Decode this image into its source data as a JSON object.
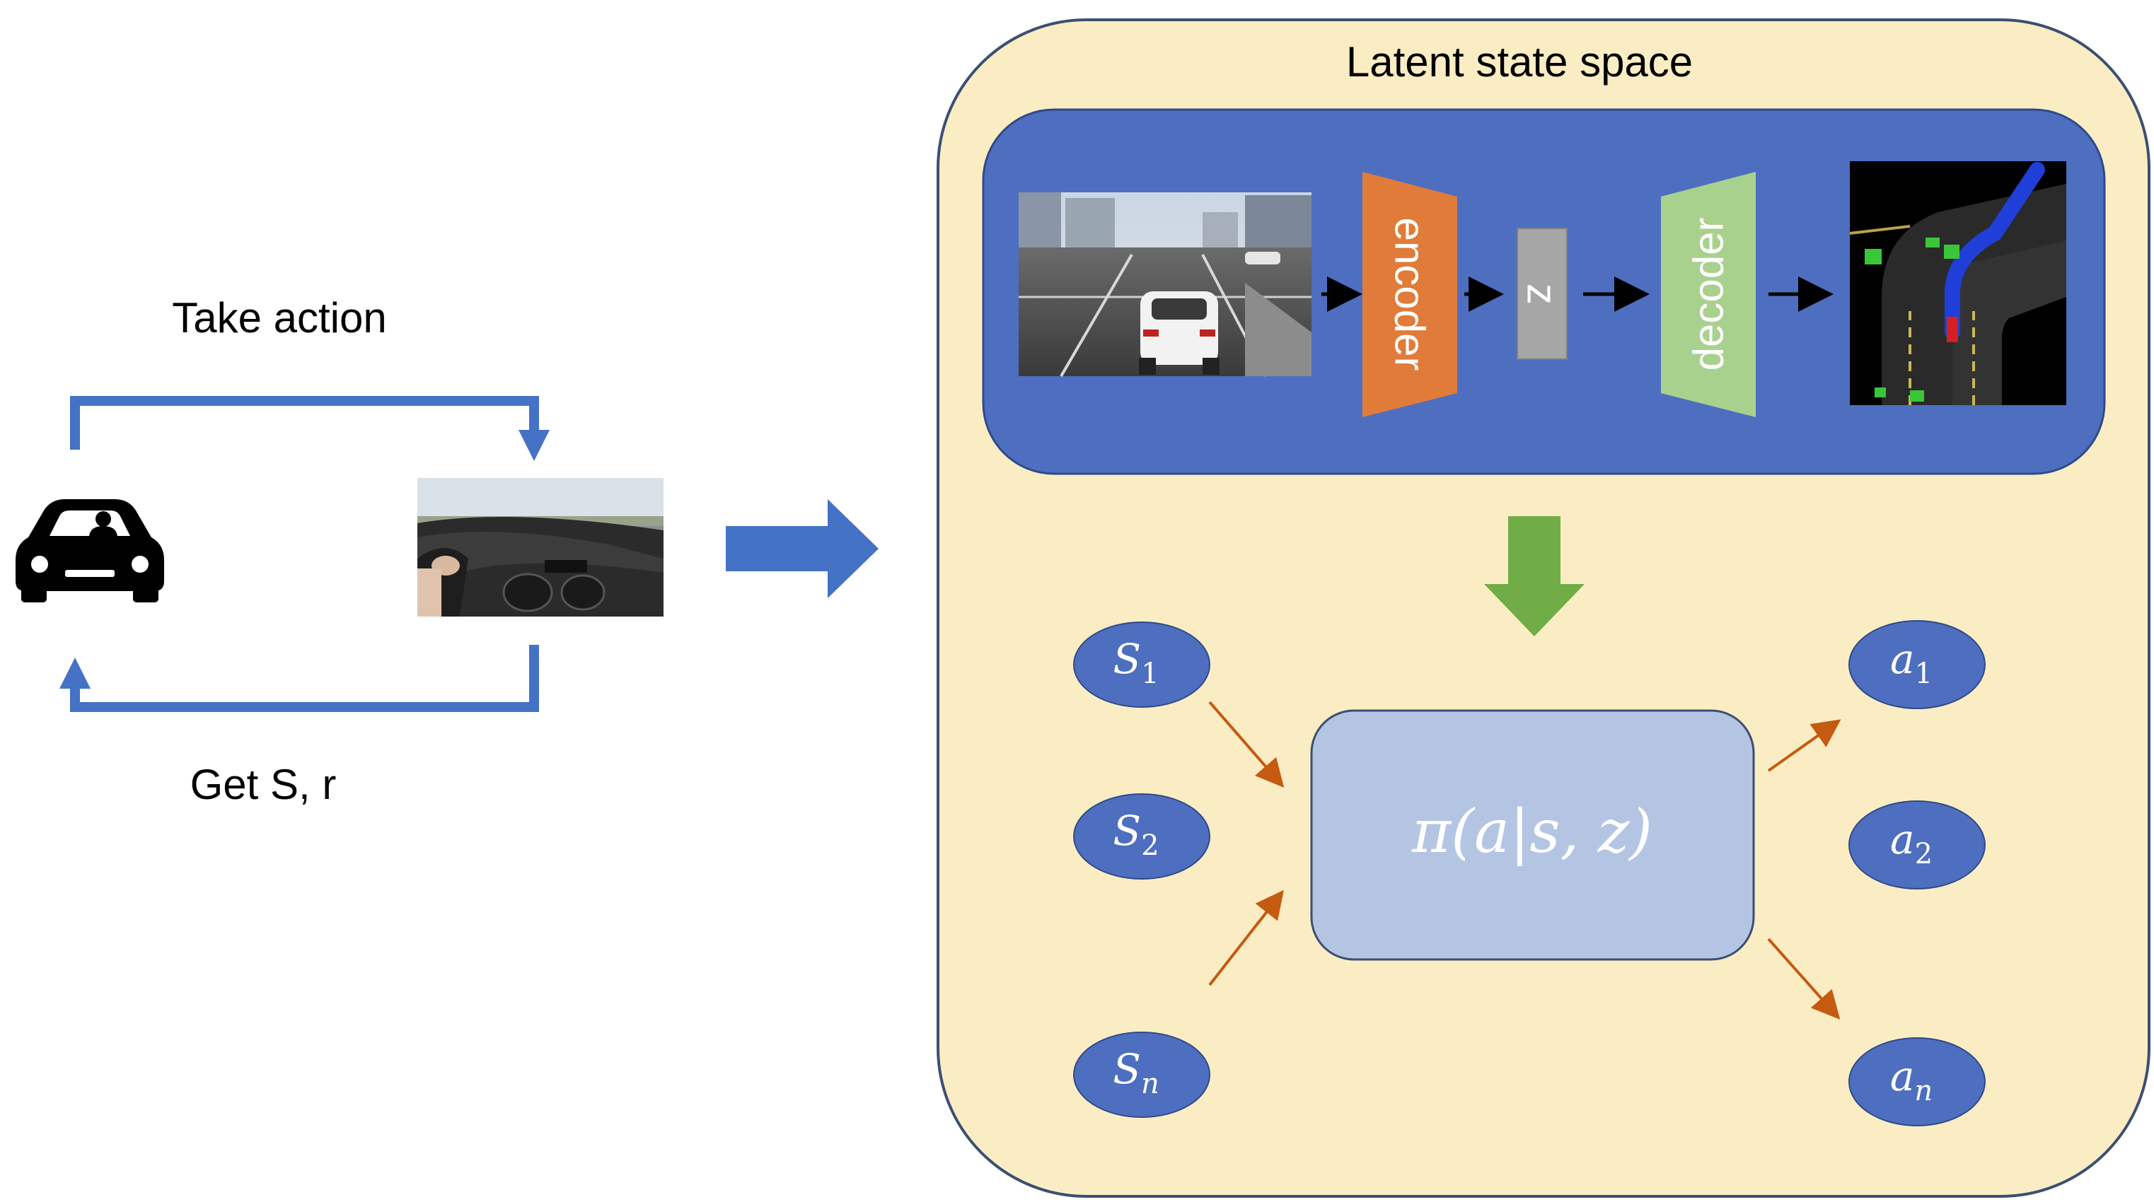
{
  "left_loop": {
    "take_action_label": "Take action",
    "feedback_label": "Get S, r",
    "car_icon": "car-with-driver-icon",
    "photo": "driver-dashboard-photo"
  },
  "latent_panel": {
    "title": "Latent state space",
    "pipeline": {
      "input_image": "simulator-road-camera-view",
      "encoder_label": "encoder",
      "latent_label": "z",
      "decoder_label": "decoder",
      "output_image": "bird-eye-semantic-map"
    },
    "states": [
      {
        "base": "S",
        "sub": "1"
      },
      {
        "base": "S",
        "sub": "2"
      },
      {
        "base": "S",
        "sub": "n"
      }
    ],
    "actions": [
      {
        "base": "a",
        "sub": "1"
      },
      {
        "base": "a",
        "sub": "2"
      },
      {
        "base": "a",
        "sub": "n"
      }
    ],
    "policy_label": "π(a|s, z)"
  },
  "colors": {
    "loop_blue": "#4472C4",
    "panel_fill": "#FBEDC3",
    "pipeline_fill": "#4E6FBF",
    "encoder": "#E07B39",
    "latent": "#A6A6A6",
    "decoder": "#A9D18E",
    "node_fill": "#4E6FBF",
    "policy_fill": "#B4C5E4",
    "down_arrow": "#70AD47",
    "edge": "#C55A11"
  }
}
